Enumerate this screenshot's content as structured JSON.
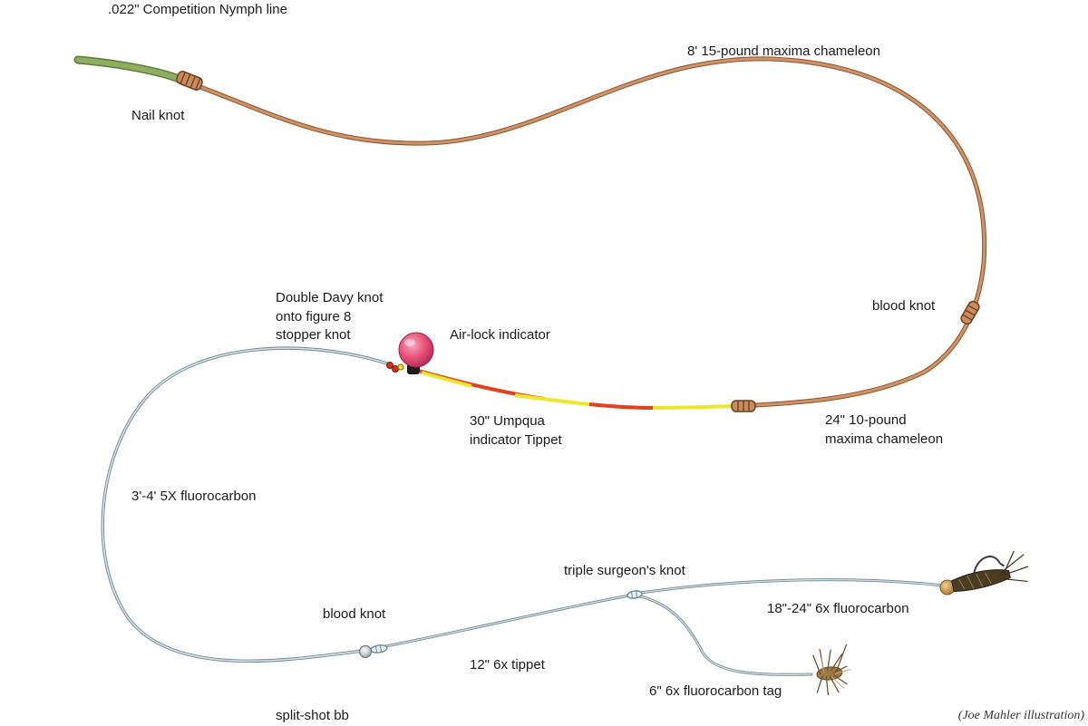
{
  "labels": {
    "fly_line": ".022\" Competition Nymph line",
    "nail_knot": "Nail knot",
    "butt_section": "8' 15-pound maxima chameleon",
    "blood_knot_upper": "blood knot",
    "double_davy_1": "Double Davy knot",
    "double_davy_2": "onto figure 8",
    "double_davy_3": "stopper knot",
    "indicator": "Air-lock indicator",
    "indicator_tippet_1": "30\" Umpqua",
    "indicator_tippet_2": "indicator Tippet",
    "mid_section_1": "24\" 10-pound",
    "mid_section_2": "maxima chameleon",
    "fluoro_5x": "3'-4' 5X fluorocarbon",
    "triple_surgeon": "triple surgeon's knot",
    "blood_knot_lower": "blood knot",
    "point_fluoro": "18\"-24\" 6x fluorocarbon",
    "tippet_6x": "12\" 6x tippet",
    "tag": "6\" 6x fluorocarbon tag",
    "split_shot": "split-shot bb"
  },
  "credit": "(Joe Mahler illustration)",
  "colors": {
    "fly_line": "#7e9a52",
    "chameleon": "#c88a5a",
    "chameleon_edge": "#8a5230",
    "indicator_red": "#e2401e",
    "indicator_yellow": "#eee62a",
    "fluoro": "#a9bcc4",
    "fluoro_edge": "#6f8791",
    "indicator_ball": "#e8507a",
    "fly_body": "#5a4a2e",
    "fly_bead": "#c9994a"
  }
}
